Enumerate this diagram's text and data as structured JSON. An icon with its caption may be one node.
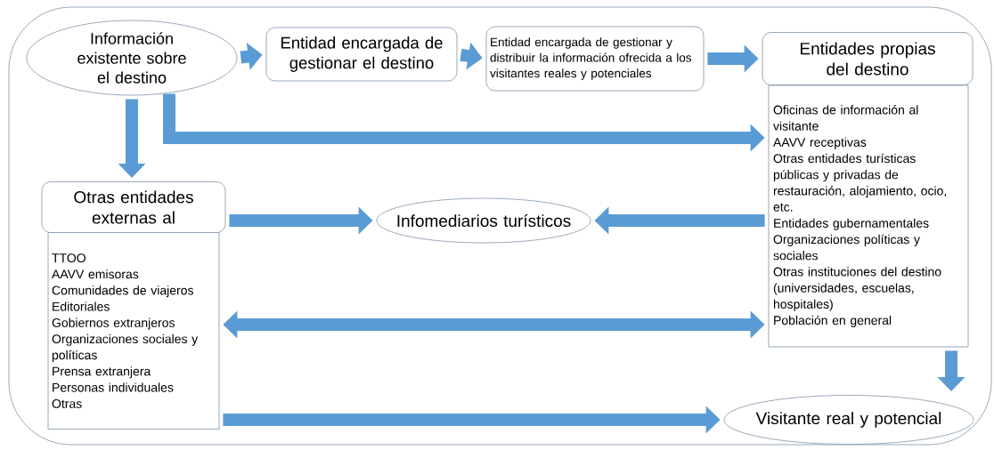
{
  "diagram": {
    "nodes": [
      {
        "text": [
          "Información existente sobre el destino"
        ]
      },
      {
        "text": [
          "Entidad encargada de gestionar el destino"
        ]
      },
      {
        "text": [
          "Entidad encargada de gestionar y distribuir la información ofrecida a los visitantes reales y potenciales"
        ]
      },
      {
        "text": [
          "Entidades propias del destino"
        ]
      },
      {
        "text": [
          "Oficinas de información al visitante",
          "AAVV receptivas",
          "Otras entidades turísticas públicas y privadas de restauración, alojamiento, ocio, etc.",
          "Entidades gubernamentales",
          "Organizaciones políticas y sociales",
          "Otras instituciones del destino (universidades, escuelas, hospitales)",
          "Población en general"
        ]
      },
      {
        "text": [
          "Otras entidades externas al"
        ]
      },
      {
        "text": [
          "TTOO",
          "AAVV emisoras",
          "Comunidades de viajeros",
          "Editoriales",
          "Gobiernos extranjeros",
          "Organizaciones sociales y políticas",
          "Prensa extranjera",
          "Personas individuales",
          "Otras"
        ]
      },
      {
        "text": [
          "Infomediarios turísticos"
        ]
      },
      {
        "text": [
          "Visitante real y potencial"
        ]
      }
    ],
    "edges": [
      {
        "from": 0,
        "to": 1,
        "arrow": "to"
      },
      {
        "from": 1,
        "to": 2,
        "arrow": "to"
      },
      {
        "from": 2,
        "to": 3,
        "arrow": "to"
      },
      {
        "from": 0,
        "to": 4,
        "arrow": "to"
      },
      {
        "from": 0,
        "to": 5,
        "arrow": "to"
      },
      {
        "from": 5,
        "to": 7,
        "arrow": "to"
      },
      {
        "from": 4,
        "to": 7,
        "arrow": "to"
      },
      {
        "from": 6,
        "to": 4,
        "arrow": "both"
      },
      {
        "from": 6,
        "to": 8,
        "arrow": "to"
      },
      {
        "from": 4,
        "to": 8,
        "arrow": "to"
      }
    ]
  }
}
